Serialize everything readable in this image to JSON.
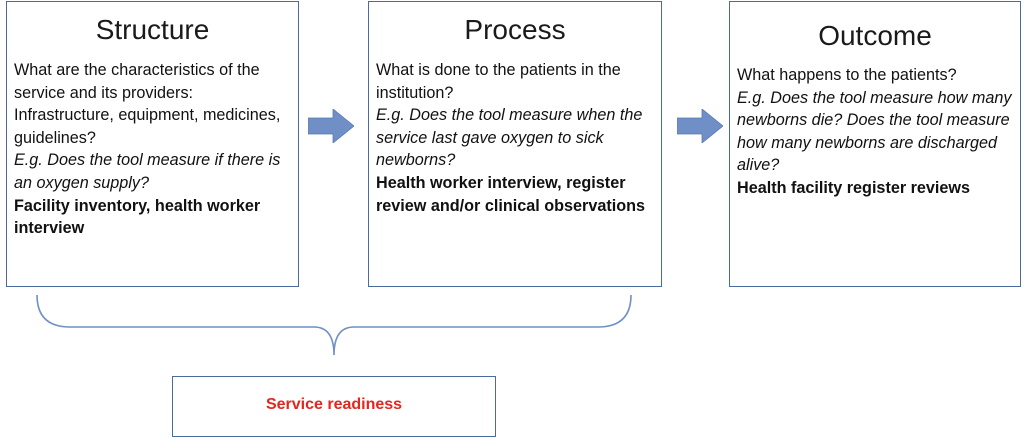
{
  "colors": {
    "box_border": "#4a6aa0",
    "arrow_fill": "#6f8fc6",
    "brace_stroke": "#6f8fc6",
    "readiness_text": "#e3261e"
  },
  "structure": {
    "title": "Structure",
    "question": "What are the characteristics of the service and its providers: Infrastructure, equipment, medicines, guidelines?",
    "example": "E.g. Does the tool measure if there is an oxygen supply?",
    "tool": "Facility inventory, health worker interview"
  },
  "process": {
    "title": "Process",
    "question": "What is done to the patients in the institution?",
    "example": "E.g. Does the tool measure when the service last gave oxygen to sick newborns?",
    "tool": "Health worker interview, register review and/or clinical observations"
  },
  "outcome": {
    "title": "Outcome",
    "question": "What happens to the patients?",
    "example": "E.g. Does the tool measure how many newborns die? Does the tool measure how many newborns are discharged alive?",
    "tool": "Health facility register reviews"
  },
  "icons": {
    "arrow_1": "right-arrow-icon",
    "arrow_2": "right-arrow-icon",
    "brace": "curly-brace"
  },
  "readiness": {
    "label": "Service readiness"
  }
}
